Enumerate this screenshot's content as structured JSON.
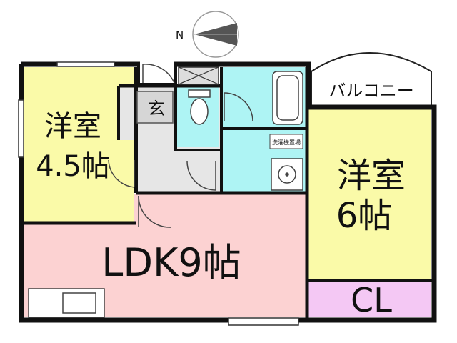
{
  "compass": {
    "north_label": "N"
  },
  "rooms": {
    "western_room_small": {
      "name": "洋室",
      "size": "4.5帖",
      "color": "#fafaa8"
    },
    "western_room_large": {
      "name": "洋室",
      "size": "6帖",
      "color": "#fafaa8"
    },
    "ldk": {
      "label": "LDK9帖",
      "color": "#fcd2d2"
    },
    "entrance": {
      "label": "玄",
      "color": "#e0e0e0"
    },
    "balcony": {
      "label": "バルコニー",
      "color": "#ffffff"
    },
    "closet": {
      "label": "CL",
      "color": "#f4c8f4"
    },
    "laundry_space": {
      "label": "洗濯機置場"
    },
    "wet_area_color": "#aef4f4",
    "hall_color": "#e6e6e6"
  },
  "wall_color": "#111111"
}
